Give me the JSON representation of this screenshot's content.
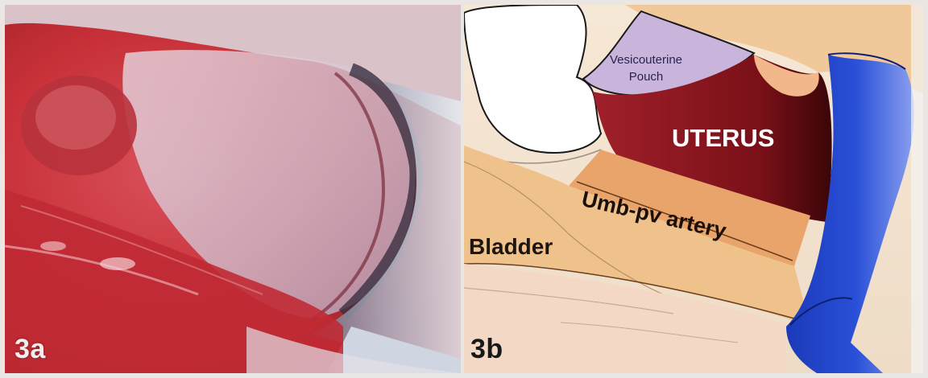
{
  "figure": {
    "left_panel": {
      "label": "3a"
    },
    "right_panel": {
      "label": "3b",
      "annotations": {
        "pouch_line1": "Vesicouterine",
        "pouch_line2": "Pouch",
        "uterus": "UTERUS",
        "artery": "Umb-pv artery",
        "bladder": "Bladder"
      }
    }
  },
  "colors": {
    "tissue_red": "#c8303a",
    "pouch_lavender": "#c9b4dc",
    "uterus_maroon": "#8a1420",
    "artery_orange": "#e8a46a",
    "retractor_blue": "#2545c8",
    "bladder_tan": "#e9c08a"
  }
}
